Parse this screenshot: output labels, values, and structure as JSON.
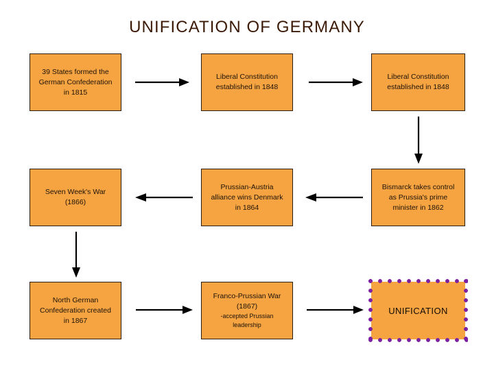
{
  "page": {
    "title": "UNIFICATION OF GERMANY",
    "title_color": "#3B1A08",
    "background_color": "#FFFFFF"
  },
  "theme": {
    "node_fill": "#F6A442",
    "node_border": "#2B1B0C",
    "arrow_color": "#000000",
    "highlight_dot_color": "#7C1FA2"
  },
  "diagram": {
    "type": "flowchart",
    "nodes": [
      {
        "id": "n1",
        "name": "german-confederation-1815",
        "text": "39 States formed the\nGerman Confederation\nin 1815",
        "row": 1,
        "col": 1
      },
      {
        "id": "n2",
        "name": "liberal-constitution-1848-a",
        "text": "Liberal Constitution\nestablished in 1848",
        "row": 1,
        "col": 2
      },
      {
        "id": "n3",
        "name": "liberal-constitution-1848-b",
        "text": "Liberal Constitution\nestablished in 1848",
        "row": 1,
        "col": 3
      },
      {
        "id": "n4",
        "name": "seven-weeks-war-1866",
        "text": "Seven Week's War\n(1866)",
        "row": 2,
        "col": 1
      },
      {
        "id": "n5",
        "name": "prussian-austria-denmark-1864",
        "text": "Prussian-Austria\nalliance wins Denmark\nin 1864",
        "row": 2,
        "col": 2
      },
      {
        "id": "n6",
        "name": "bismarck-prime-minister-1862",
        "text": "Bismarck takes control\nas Prussia's prime\nminister in 1862",
        "row": 2,
        "col": 3
      },
      {
        "id": "n7",
        "name": "north-german-confederation-1867",
        "text": "North German\nConfederation created\nin 1867",
        "row": 3,
        "col": 1
      },
      {
        "id": "n8",
        "name": "franco-prussian-war-1867",
        "text_main": "Franco-Prussian War\n(1867)",
        "text_sub": "-accepted Prussian leadership",
        "row": 3,
        "col": 2
      },
      {
        "id": "n9",
        "name": "unification",
        "text": "UNIFICATION",
        "row": 3,
        "col": 3,
        "highlighted": true
      }
    ],
    "edges": [
      {
        "name": "edge-n1-to-n2",
        "from": "n1",
        "to": "n2",
        "direction": "right"
      },
      {
        "name": "edge-n2-to-n3",
        "from": "n2",
        "to": "n3",
        "direction": "right"
      },
      {
        "name": "edge-n3-to-n6",
        "from": "n3",
        "to": "n6",
        "direction": "down"
      },
      {
        "name": "edge-n6-to-n5",
        "from": "n6",
        "to": "n5",
        "direction": "left"
      },
      {
        "name": "edge-n5-to-n4",
        "from": "n5",
        "to": "n4",
        "direction": "left"
      },
      {
        "name": "edge-n4-to-n7",
        "from": "n4",
        "to": "n7",
        "direction": "down"
      },
      {
        "name": "edge-n7-to-n8",
        "from": "n7",
        "to": "n8",
        "direction": "right"
      },
      {
        "name": "edge-n8-to-n9",
        "from": "n8",
        "to": "n9",
        "direction": "right"
      }
    ]
  }
}
